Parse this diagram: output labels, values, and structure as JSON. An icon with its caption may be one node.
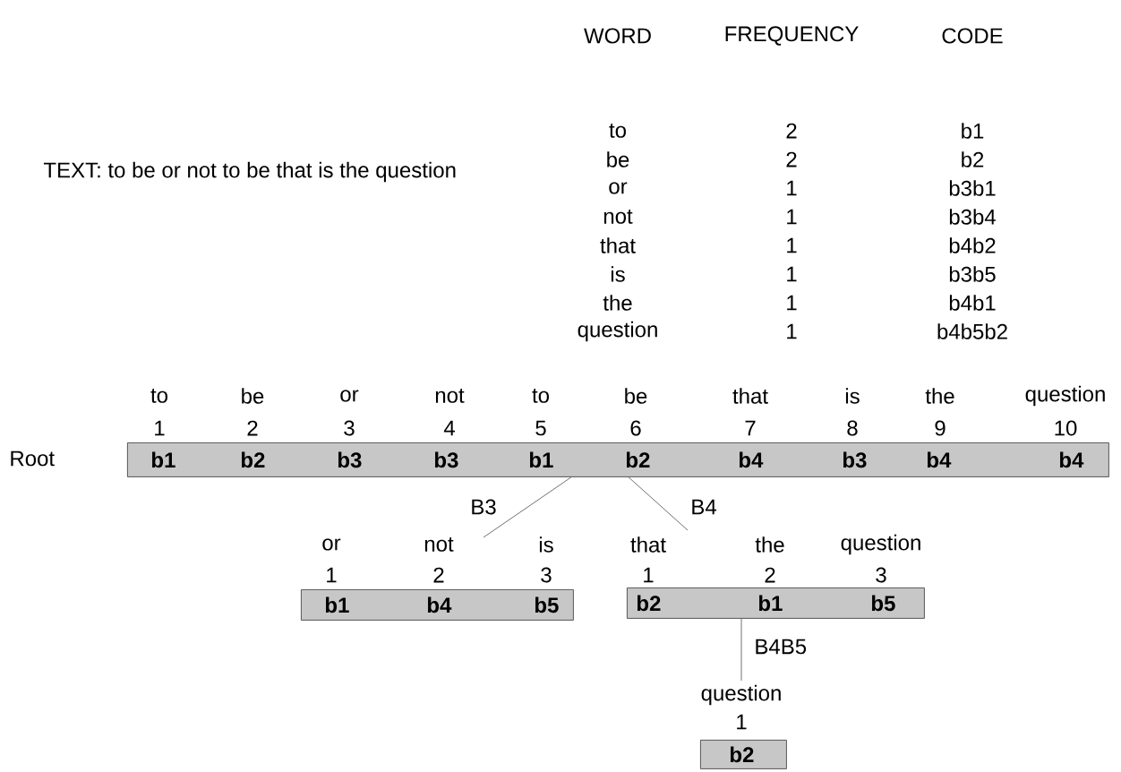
{
  "diagram": {
    "nodes": [
      {
        "text": [
          "b1",
          "b2",
          "b3",
          "b3",
          "b1",
          "b2",
          "b4",
          "b3",
          "b4",
          "b4"
        ],
        "beside": [
          "to",
          "1",
          "be",
          "2",
          "or",
          "3",
          "not",
          "4",
          "to",
          "5",
          "be",
          "6",
          "that",
          "7",
          "is",
          "8",
          "the",
          "9",
          "question",
          "10"
        ]
      },
      {
        "text": [
          "b1",
          "b4",
          "b5"
        ],
        "beside": [
          "or",
          "1",
          "not",
          "2",
          "is",
          "3"
        ]
      },
      {
        "text": [
          "b2",
          "b1",
          "b5"
        ],
        "beside": [
          "that",
          "1",
          "the",
          "2",
          "question",
          "3"
        ]
      },
      {
        "text": [
          "b2"
        ],
        "beside": [
          "question",
          "1"
        ]
      }
    ],
    "edges": [
      {
        "from": 0,
        "to": 1,
        "arrow": "none",
        "label": "B3"
      },
      {
        "from": 0,
        "to": 2,
        "arrow": "none",
        "label": "B4"
      },
      {
        "from": 2,
        "to": 3,
        "arrow": "none",
        "label": "B4B5"
      }
    ],
    "labels": [
      "WORD",
      "FREQUENCY",
      "CODE",
      "TEXT: to be or not to be that is the question",
      "to",
      "2",
      "b1",
      "be",
      "2",
      "b2",
      "or",
      "1",
      "b3b1",
      "not",
      "1",
      "b3b4",
      "that",
      "1",
      "b4b2",
      "is",
      "1",
      "b3b5",
      "the",
      "1",
      "b4b1",
      "question",
      "1",
      "b4b5b2",
      "Root"
    ]
  }
}
